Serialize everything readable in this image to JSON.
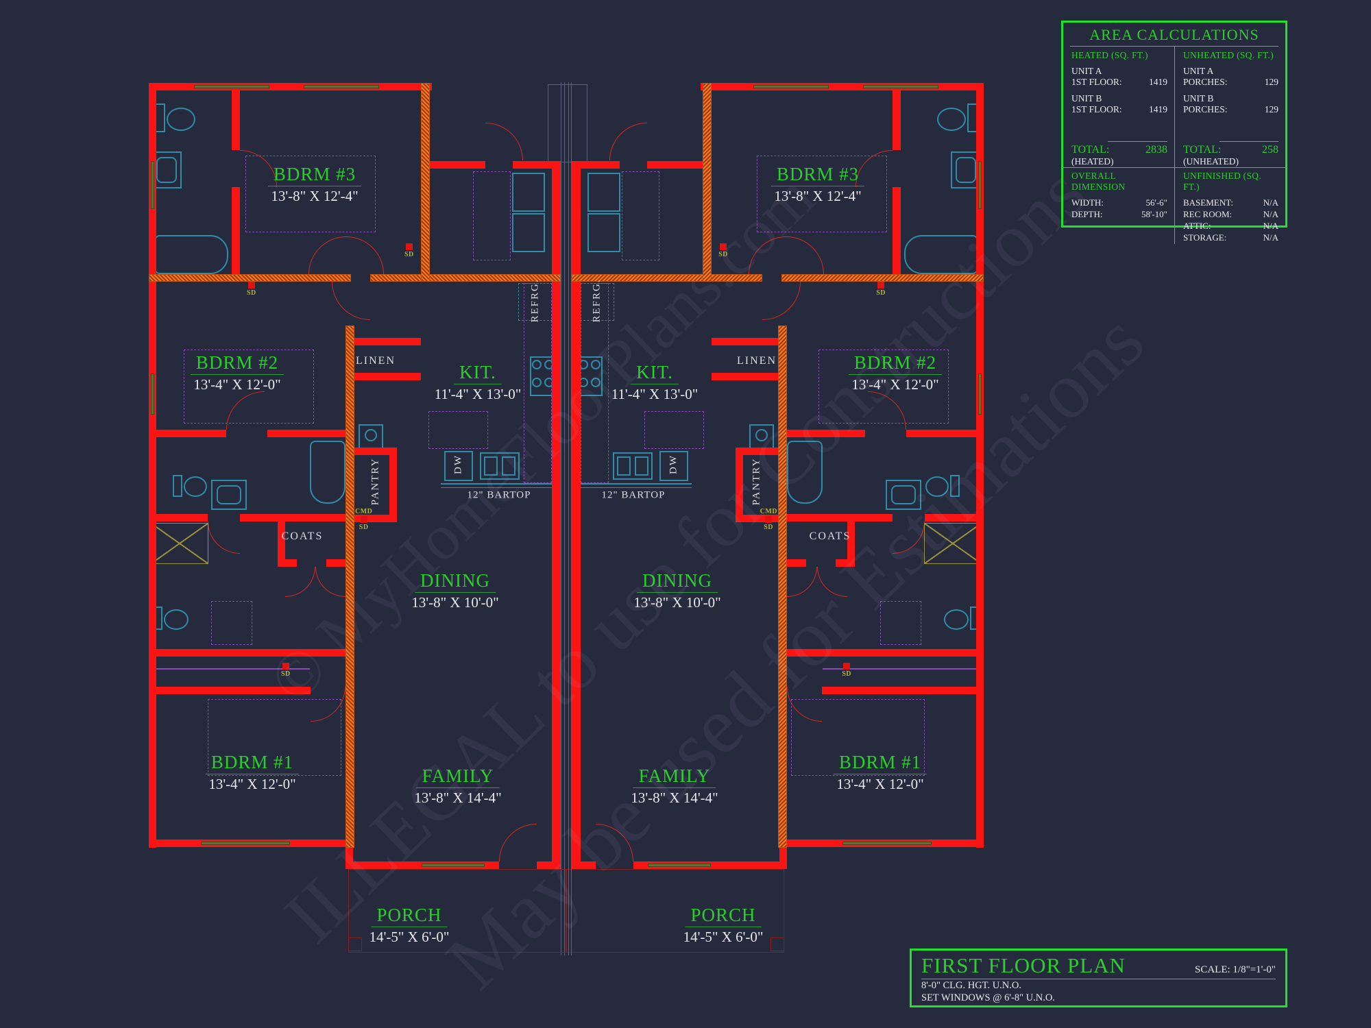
{
  "colors": {
    "background": "#262a3d",
    "wall_red": "#f81513",
    "wall_hatch_orange": "#e06018",
    "label_green": "#2bcf2b",
    "dim_white": "#e8e9ee",
    "fixture_cyan": "#2f8ba6",
    "cabinet_purple": "#8a4bb4",
    "window_olive": "#6b6e2a",
    "marker_yellow": "#b5b428",
    "panel_border_green": "#1fe32b"
  },
  "watermarks": {
    "line1": "© MyHomeFloorPlans.com",
    "line2": "ILLEGAL to use for Constructions",
    "line3": "May be used for Estimations"
  },
  "unit": {
    "rooms": {
      "bdrm3": {
        "name": "BDRM #3",
        "dims": "13'-8\" X 12'-4\""
      },
      "bdrm2": {
        "name": "BDRM #2",
        "dims": "13'-4\" X 12'-0\""
      },
      "bdrm1": {
        "name": "BDRM #1",
        "dims": "13'-4\" X 12'-0\""
      },
      "kit": {
        "name": "KIT.",
        "dims": "11'-4\" X 13'-0\""
      },
      "dining": {
        "name": "DINING",
        "dims": "13'-8\" X 10'-0\""
      },
      "family": {
        "name": "FAMILY",
        "dims": "13'-8\" X 14'-4\""
      },
      "porch": {
        "name": "PORCH",
        "dims": "14'-5\" X 6'-0\""
      }
    },
    "labels": {
      "linen": "LINEN",
      "pantry": "PANTRY",
      "coats": "COATS",
      "refrg": "REFRG.",
      "dw": "DW",
      "bartop": "12\" BARTOP",
      "sd": "SD",
      "cmd": "CMD"
    }
  },
  "area_calculations": {
    "title": "AREA CALCULATIONS",
    "heated": {
      "header": "HEATED (SQ. FT.)",
      "rows": [
        {
          "label1": "UNIT A",
          "label2": "1ST FLOOR:",
          "value": "1419"
        },
        {
          "label1": "UNIT B",
          "label2": "1ST FLOOR:",
          "value": "1419"
        }
      ],
      "total_label": "TOTAL:",
      "total_value": "2838",
      "total_sub": "(HEATED)"
    },
    "unheated": {
      "header": "UNHEATED (SQ. FT.)",
      "rows": [
        {
          "label1": "UNIT A",
          "label2": "PORCHES:",
          "value": "129"
        },
        {
          "label1": "UNIT B",
          "label2": "PORCHES:",
          "value": "129"
        }
      ],
      "total_label": "TOTAL:",
      "total_value": "258",
      "total_sub": "(UNHEATED)"
    },
    "overall": {
      "header": "OVERALL DIMENSION",
      "rows": [
        {
          "label": "WIDTH:",
          "value": "56'-6\""
        },
        {
          "label": "DEPTH:",
          "value": "58'-10\""
        }
      ]
    },
    "unfinished": {
      "header": "UNFINISHED (SQ. FT.)",
      "rows": [
        {
          "label": "BASEMENT:",
          "value": "N/A"
        },
        {
          "label": "REC ROOM:",
          "value": "N/A"
        },
        {
          "label": "ATTIC:",
          "value": "N/A"
        },
        {
          "label": "STORAGE:",
          "value": "N/A"
        }
      ]
    }
  },
  "title_block": {
    "title": "FIRST FLOOR PLAN",
    "scale": "SCALE: 1/8\"=1'-0\"",
    "note1": "8'-0\" CLG. HGT. U.N.O.",
    "note2": "SET WINDOWS @ 6'-8\" U.N.O."
  }
}
